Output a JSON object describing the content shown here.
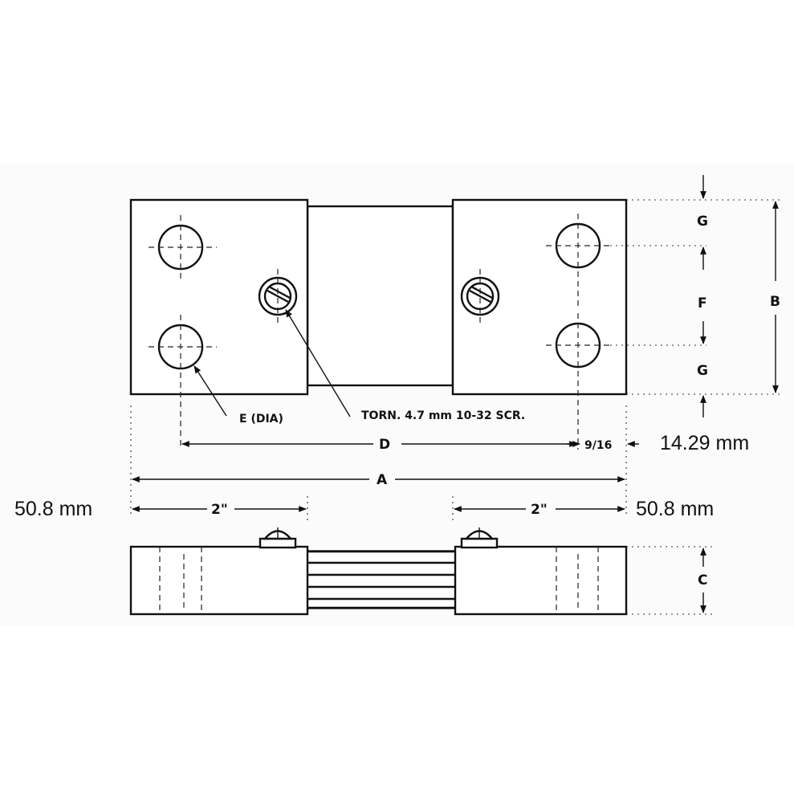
{
  "labels": {
    "g_top": "G",
    "f": "F",
    "g_bottom": "G",
    "b": "B",
    "c": "C",
    "e_dia": "E (DIA)",
    "screw_note": "TORN. 4.7 mm 10-32 SCR.",
    "d": "D",
    "nine_sixteenths": "9/16",
    "mm_14_29": "14.29 mm",
    "a": "A",
    "mm_50_8_left": "50.8 mm",
    "two_inch_left": "2\"",
    "two_inch_right": "2\"",
    "mm_50_8_right": "50.8 mm"
  }
}
